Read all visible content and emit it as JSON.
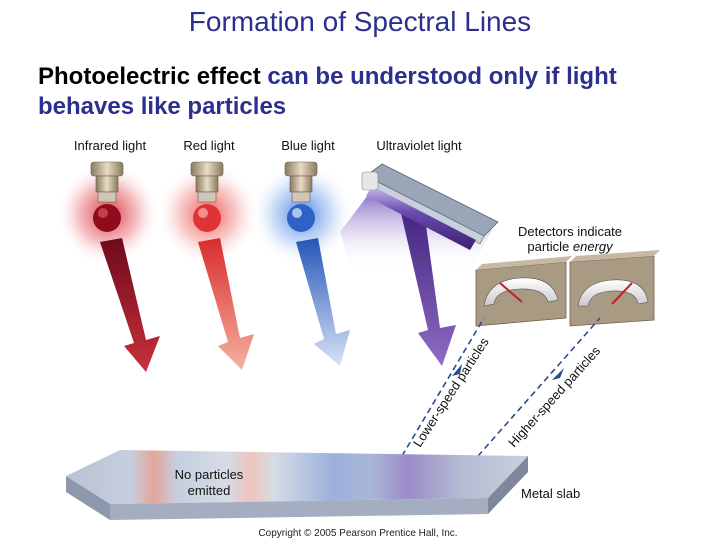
{
  "slide": {
    "title": "Formation of Spectral Lines",
    "subtitle_emphasis": "Photoelectric effect",
    "subtitle_rest": " can be understood only if light behaves like particles"
  },
  "diagram": {
    "lights": [
      {
        "label": "Infrared light",
        "color": "#b0102a"
      },
      {
        "label": "Red light",
        "color": "#e43a3a"
      },
      {
        "label": "Blue light",
        "color": "#2f63c8"
      },
      {
        "label": "Ultraviolet light",
        "color": "#5a2c9c"
      }
    ],
    "detectors_label_line1": "Detectors indicate",
    "detectors_label_line2": "particle ",
    "detectors_label_italic": "energy",
    "lower_speed_label": "Lower-speed particles",
    "higher_speed_label": "Higher-speed particles",
    "no_particles_line1": "No particles",
    "no_particles_line2": "emitted",
    "metal_slab_label": "Metal slab",
    "copyright": "Copyright © 2005 Pearson Prentice Hall, Inc."
  }
}
